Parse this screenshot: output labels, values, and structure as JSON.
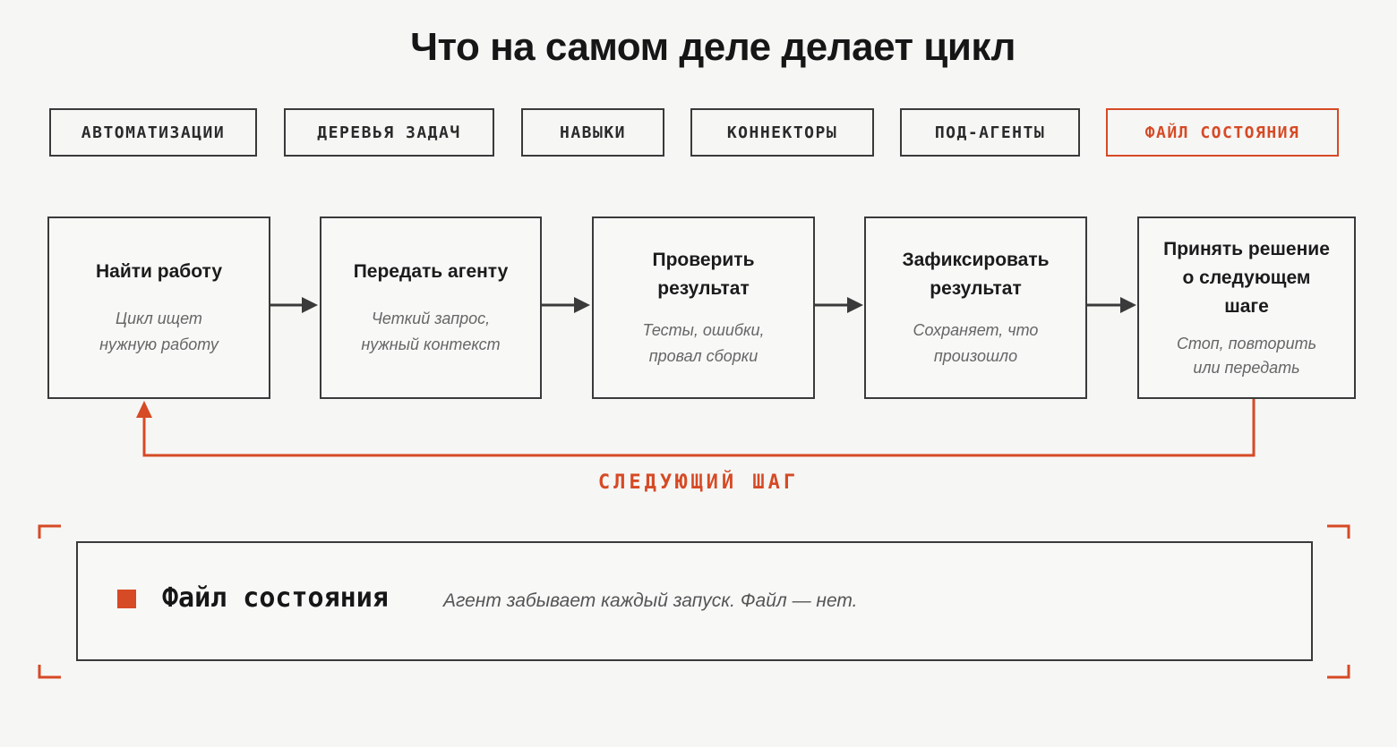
{
  "title": "Что на самом деле делает цикл",
  "tags": [
    {
      "label": "АВТОМАТИЗАЦИИ"
    },
    {
      "label": "ДЕРЕВЬЯ ЗАДАЧ"
    },
    {
      "label": "НАВЫКИ"
    },
    {
      "label": "КОННЕКТОРЫ"
    },
    {
      "label": "ПОД-АГЕНТЫ"
    },
    {
      "label": "ФАЙЛ СОСТОЯНИЯ",
      "active": true
    }
  ],
  "steps": [
    {
      "title": "Найти работу",
      "desc": "Цикл ищет\nнужную работу"
    },
    {
      "title": "Передать агенту",
      "desc": "Четкий запрос,\nнужный контекст"
    },
    {
      "title": "Проверить\nрезультат",
      "desc": "Тесты, ошибки,\nпровал сборки"
    },
    {
      "title": "Зафиксировать\nрезультат",
      "desc": "Сохраняет, что\nпроизошло"
    },
    {
      "title": "Принять решение\nо следующем\nшаге",
      "desc": "Стоп, повторить\nили передать"
    }
  ],
  "loop_label": "СЛЕДУЮЩИЙ ШАГ",
  "state_file": {
    "name": "Файл состояния",
    "description": "Агент забывает каждый запуск. Файл — нет."
  },
  "colors": {
    "accent": "#d64a25",
    "border": "#3a3a3a",
    "background": "#f6f6f5"
  }
}
